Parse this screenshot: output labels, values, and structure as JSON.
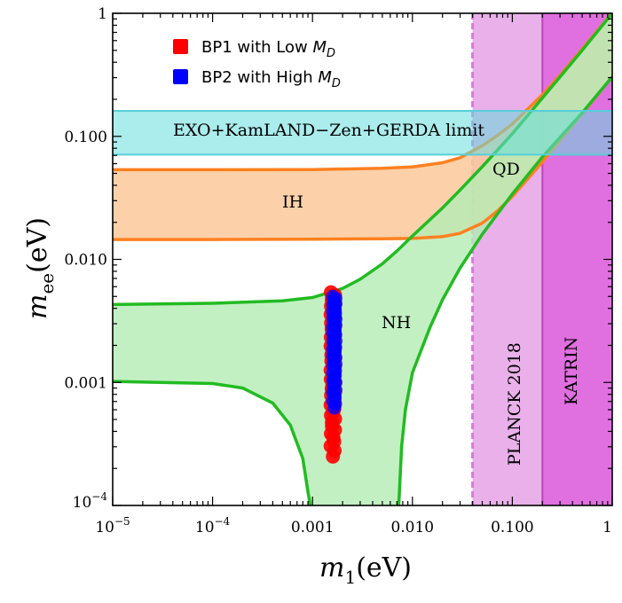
{
  "chart_data": {
    "type": "scatter",
    "x_scale": "log",
    "y_scale": "log",
    "xlim": [
      1e-05,
      1
    ],
    "ylim": [
      0.0001,
      1
    ],
    "xlabel": {
      "var": "m",
      "sub": "1",
      "unit": "(eV)"
    },
    "ylabel": {
      "var": "m",
      "sub": "ee",
      "unit": "(eV)"
    },
    "x_ticks": [
      {
        "value": 1e-05,
        "base": "10",
        "exp": "−5"
      },
      {
        "value": 0.0001,
        "base": "10",
        "exp": "−4"
      },
      {
        "value": 0.001,
        "text": "0.001"
      },
      {
        "value": 0.01,
        "text": "0.010"
      },
      {
        "value": 0.1,
        "text": "0.100"
      },
      {
        "value": 1,
        "text": "1"
      }
    ],
    "y_ticks": [
      {
        "value": 0.0001,
        "base": "10",
        "exp": "−4"
      },
      {
        "value": 0.001,
        "text": "0.001"
      },
      {
        "value": 0.01,
        "text": "0.010"
      },
      {
        "value": 0.1,
        "text": "0.100"
      },
      {
        "value": 1,
        "text": "1"
      }
    ],
    "grid": false,
    "legend_position": "top-left",
    "legend": [
      {
        "text": "BP1 with Low ",
        "math": "M",
        "sub": "D",
        "color": "#ff0000"
      },
      {
        "text": "BP2 with High ",
        "math": "M",
        "sub": "D",
        "color": "#0000ff"
      }
    ],
    "bands": {
      "exo_limit": {
        "label": "EXO+KamLAND−Zen+GERDA limit",
        "y_range": [
          0.071,
          0.161
        ],
        "fill": "#66dddd",
        "stroke": "#55cfd9"
      },
      "planck": {
        "label": "PLANCK 2018",
        "x_min": 0.04,
        "fill": "#e9b0e9",
        "stroke": "#dd77dd"
      },
      "katrin": {
        "label": "KATRIN",
        "x_min": 0.2,
        "fill": "#e070e0",
        "stroke": "#bb44bb"
      }
    },
    "regions": {
      "IH": {
        "label": "IH",
        "upper": [
          [
            1e-05,
            0.0535
          ],
          [
            0.0001,
            0.0535
          ],
          [
            0.001,
            0.0537
          ],
          [
            0.005,
            0.055
          ],
          [
            0.01,
            0.0565
          ],
          [
            0.02,
            0.061
          ],
          [
            0.03,
            0.067
          ],
          [
            0.05,
            0.084
          ],
          [
            0.07,
            0.101
          ],
          [
            0.1,
            0.126
          ],
          [
            0.2,
            0.218
          ],
          [
            0.3,
            0.314
          ],
          [
            0.5,
            0.513
          ],
          [
            1,
            1.01
          ]
        ],
        "lower": [
          [
            1e-05,
            0.0145
          ],
          [
            0.0001,
            0.0145
          ],
          [
            0.001,
            0.0146
          ],
          [
            0.005,
            0.0147
          ],
          [
            0.01,
            0.0148
          ],
          [
            0.02,
            0.0153
          ],
          [
            0.03,
            0.0163
          ],
          [
            0.05,
            0.0197
          ],
          [
            0.07,
            0.0245
          ],
          [
            0.1,
            0.0325
          ],
          [
            0.2,
            0.062
          ],
          [
            0.3,
            0.0925
          ],
          [
            0.5,
            0.153
          ],
          [
            1,
            0.305
          ]
        ],
        "fill": "#fcc99b",
        "stroke": "#ff8020"
      },
      "QD": {
        "label": "QD"
      },
      "NH": {
        "label": "NH",
        "upper": [
          [
            1e-05,
            0.0043
          ],
          [
            0.0001,
            0.0044
          ],
          [
            0.0005,
            0.0046
          ],
          [
            0.001,
            0.0049
          ],
          [
            0.002,
            0.0058
          ],
          [
            0.003,
            0.0069
          ],
          [
            0.005,
            0.0092
          ],
          [
            0.007,
            0.0117
          ],
          [
            0.01,
            0.0155
          ],
          [
            0.02,
            0.0262
          ],
          [
            0.03,
            0.0366
          ],
          [
            0.05,
            0.0566
          ],
          [
            0.1,
            0.105
          ],
          [
            0.2,
            0.205
          ],
          [
            0.5,
            0.5
          ],
          [
            1,
            1
          ]
        ],
        "lower": [
          [
            1e-05,
            0.00102
          ],
          [
            0.0001,
            0.00098
          ],
          [
            0.0002,
            0.0009
          ],
          [
            0.0004,
            0.00068
          ],
          [
            0.0006,
            0.00045
          ],
          [
            0.0008,
            0.00024
          ],
          [
            0.0009,
            0.00013
          ],
          [
            0.00095,
            0.0001
          ]
        ],
        "lower_right": [
          [
            0.0073,
            0.0001
          ],
          [
            0.0078,
            0.0003
          ],
          [
            0.0085,
            0.0006
          ],
          [
            0.01,
            0.0012
          ],
          [
            0.015,
            0.0028
          ],
          [
            0.02,
            0.0047
          ],
          [
            0.03,
            0.0085
          ],
          [
            0.05,
            0.016
          ],
          [
            0.1,
            0.034
          ],
          [
            0.2,
            0.068
          ],
          [
            0.5,
            0.155
          ],
          [
            1,
            0.305
          ]
        ],
        "fill": "#b4ecb4",
        "stroke": "#22bb22"
      }
    },
    "series": [
      {
        "name": "BP1 with Low MD",
        "color": "#ff0000",
        "x": 0.0016,
        "y_range": [
          0.00025,
          0.0054
        ]
      },
      {
        "name": "BP2 with High MD",
        "color": "#0000ff",
        "x": 0.00165,
        "y_range": [
          0.00062,
          0.005
        ]
      }
    ]
  }
}
